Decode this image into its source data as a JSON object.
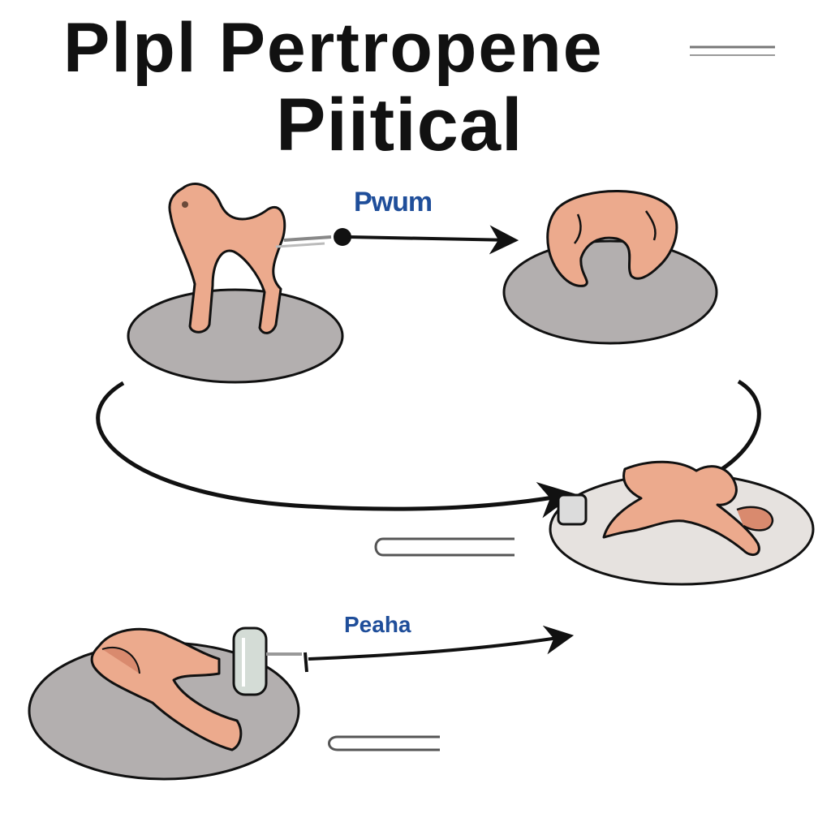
{
  "title": {
    "line1": "Plpl  Pertropene",
    "line2": "Piitical"
  },
  "labels": {
    "top_arrow": "Pwum",
    "bottom_arrow": "Peaha"
  },
  "colors": {
    "ink": "#111111",
    "label_blue": "#1f4e9a",
    "platform_gray": "#b3afaf",
    "platform_light": "#e6e2df",
    "body_skin": "#ecaa8d",
    "body_skin_dark": "#d98a6e"
  },
  "stages": [
    {
      "pose": "standing-arched"
    },
    {
      "pose": "curled"
    },
    {
      "pose": "lying-reaching"
    },
    {
      "pose": "lying-curled-with-device"
    }
  ],
  "connectors": [
    {
      "kind": "straight-arrow",
      "from": "stage-1",
      "to": "stage-2"
    },
    {
      "kind": "curved-arrow",
      "from": "stage-1",
      "to": "stage-3"
    },
    {
      "kind": "curved-arrow",
      "from": "stage-2",
      "to": "stage-3"
    },
    {
      "kind": "straight-arrow",
      "from": "stage-4",
      "to": "right"
    }
  ]
}
